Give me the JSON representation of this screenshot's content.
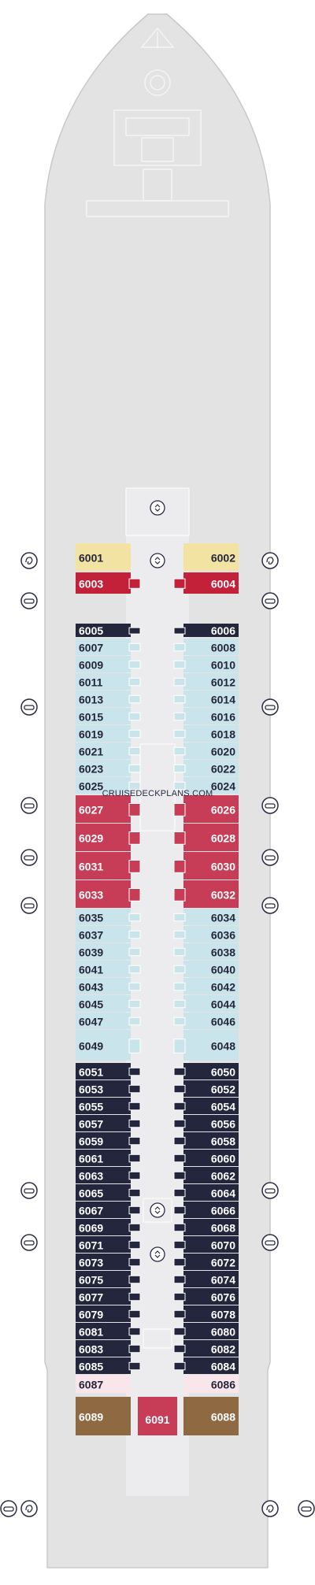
{
  "watermark": "CRUISEDECKPLANS.COM",
  "colors": {
    "hull": "#e3e3e4",
    "outline": "#c9c9cc",
    "corridor": "#ececee",
    "yellow": "#f2e3a3",
    "red": "#c3203a",
    "rose": "#c73d57",
    "navy": "#24263d",
    "lightblue": "#c9e4ea",
    "pink": "#f9e6ea",
    "brown": "#8e6942"
  },
  "deck_cabins": {
    "left": [
      [
        "6001",
        "yellow"
      ],
      [
        "6003",
        "red"
      ],
      [
        "6005",
        "navy"
      ],
      [
        "6007",
        "lightblue"
      ],
      [
        "6009",
        "lightblue"
      ],
      [
        "6011",
        "lightblue"
      ],
      [
        "6013",
        "lightblue"
      ],
      [
        "6015",
        "lightblue"
      ],
      [
        "6019",
        "lightblue"
      ],
      [
        "6021",
        "lightblue"
      ],
      [
        "6023",
        "lightblue"
      ],
      [
        "6025",
        "lightblue"
      ],
      [
        "6027",
        "rose"
      ],
      [
        "6029",
        "rose"
      ],
      [
        "6031",
        "rose"
      ],
      [
        "6033",
        "rose"
      ],
      [
        "6035",
        "lightblue"
      ],
      [
        "6037",
        "lightblue"
      ],
      [
        "6039",
        "lightblue"
      ],
      [
        "6041",
        "lightblue"
      ],
      [
        "6043",
        "lightblue"
      ],
      [
        "6045",
        "lightblue"
      ],
      [
        "6047",
        "lightblue"
      ],
      [
        "6049",
        "lightblue"
      ],
      [
        "6051",
        "navy"
      ],
      [
        "6053",
        "navy"
      ],
      [
        "6055",
        "navy"
      ],
      [
        "6057",
        "navy"
      ],
      [
        "6059",
        "navy"
      ],
      [
        "6061",
        "navy"
      ],
      [
        "6063",
        "navy"
      ],
      [
        "6065",
        "navy"
      ],
      [
        "6067",
        "navy"
      ],
      [
        "6069",
        "navy"
      ],
      [
        "6071",
        "navy"
      ],
      [
        "6073",
        "navy"
      ],
      [
        "6075",
        "navy"
      ],
      [
        "6077",
        "navy"
      ],
      [
        "6079",
        "navy"
      ],
      [
        "6081",
        "navy"
      ],
      [
        "6083",
        "navy"
      ],
      [
        "6085",
        "navy"
      ],
      [
        "6087",
        "pink"
      ],
      [
        "6089",
        "brown"
      ]
    ],
    "right": [
      [
        "6002",
        "yellow"
      ],
      [
        "6004",
        "red"
      ],
      [
        "6006",
        "navy"
      ],
      [
        "6008",
        "lightblue"
      ],
      [
        "6010",
        "lightblue"
      ],
      [
        "6012",
        "lightblue"
      ],
      [
        "6014",
        "lightblue"
      ],
      [
        "6016",
        "lightblue"
      ],
      [
        "6018",
        "lightblue"
      ],
      [
        "6020",
        "lightblue"
      ],
      [
        "6022",
        "lightblue"
      ],
      [
        "6024",
        "lightblue"
      ],
      [
        "6026",
        "rose"
      ],
      [
        "6028",
        "rose"
      ],
      [
        "6030",
        "rose"
      ],
      [
        "6032",
        "rose"
      ],
      [
        "6034",
        "lightblue"
      ],
      [
        "6036",
        "lightblue"
      ],
      [
        "6038",
        "lightblue"
      ],
      [
        "6040",
        "lightblue"
      ],
      [
        "6042",
        "lightblue"
      ],
      [
        "6044",
        "lightblue"
      ],
      [
        "6046",
        "lightblue"
      ],
      [
        "6048",
        "lightblue"
      ],
      [
        "6050",
        "navy"
      ],
      [
        "6052",
        "navy"
      ],
      [
        "6054",
        "navy"
      ],
      [
        "6056",
        "navy"
      ],
      [
        "6058",
        "navy"
      ],
      [
        "6060",
        "navy"
      ],
      [
        "6062",
        "navy"
      ],
      [
        "6064",
        "navy"
      ],
      [
        "6066",
        "navy"
      ],
      [
        "6068",
        "navy"
      ],
      [
        "6070",
        "navy"
      ],
      [
        "6072",
        "navy"
      ],
      [
        "6074",
        "navy"
      ],
      [
        "6076",
        "navy"
      ],
      [
        "6078",
        "navy"
      ],
      [
        "6080",
        "navy"
      ],
      [
        "6082",
        "navy"
      ],
      [
        "6084",
        "navy"
      ],
      [
        "6086",
        "pink"
      ],
      [
        "6088",
        "brown"
      ]
    ],
    "center": [
      [
        "6091",
        "rose"
      ]
    ]
  }
}
